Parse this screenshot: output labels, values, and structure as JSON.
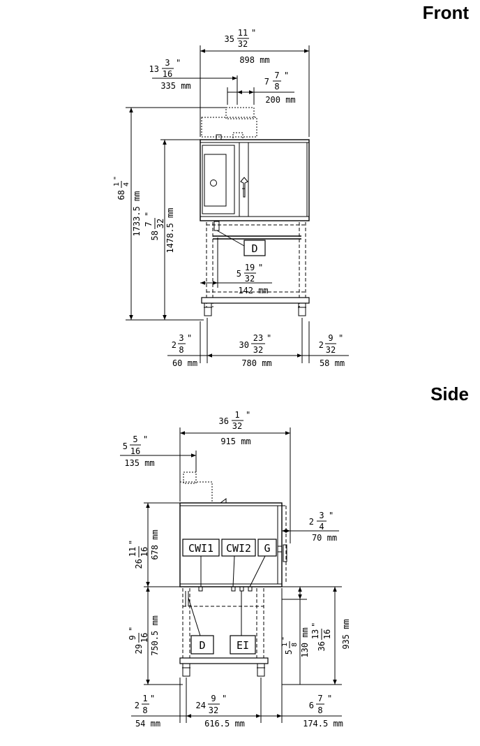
{
  "front": {
    "title": "Front",
    "labels": {
      "drain": "D"
    },
    "dims": {
      "width": {
        "in_whole": "35",
        "in_num": "11",
        "in_den": "32",
        "in_mark": "\"",
        "mm": "898 mm"
      },
      "flue_offset": {
        "in_whole": "13",
        "in_num": "3",
        "in_den": "16",
        "in_mark": "\"",
        "mm": "335 mm"
      },
      "flue_width": {
        "in_whole": "7",
        "in_num": "7",
        "in_den": "8",
        "in_mark": "\"",
        "mm": "200 mm"
      },
      "total_height": {
        "in_whole": "68",
        "in_num": "1",
        "in_den": "4",
        "in_mark": "\"",
        "mm": "1733.5 mm"
      },
      "body_height": {
        "in_whole": "58",
        "in_num": "7",
        "in_den": "32",
        "in_mark": "\"",
        "mm": "1478.5 mm"
      },
      "drain_offset": {
        "in_whole": "5",
        "in_num": "19",
        "in_den": "32",
        "in_mark": "\"",
        "mm": "142 mm"
      },
      "left_foot": {
        "in_whole": "2",
        "in_num": "3",
        "in_den": "8",
        "in_mark": "\"",
        "mm": "60 mm"
      },
      "leg_span": {
        "in_whole": "30",
        "in_num": "23",
        "in_den": "32",
        "in_mark": "\"",
        "mm": "780 mm"
      },
      "right_foot": {
        "in_whole": "2",
        "in_num": "9",
        "in_den": "32",
        "in_mark": "\"",
        "mm": "58 mm"
      }
    }
  },
  "side": {
    "title": "Side",
    "labels": {
      "cwi1": "CWI1",
      "cwi2": "CWI2",
      "gas": "G",
      "drain": "D",
      "electric": "EI"
    },
    "dims": {
      "depth": {
        "in_whole": "36",
        "in_num": "1",
        "in_den": "32",
        "in_mark": "\"",
        "mm": "915 mm"
      },
      "flue_offset": {
        "in_whole": "5",
        "in_num": "5",
        "in_den": "16",
        "in_mark": "\"",
        "mm": "135 mm"
      },
      "body_height": {
        "in_whole": "26",
        "in_num": "11",
        "in_den": "16",
        "in_mark": "\"",
        "mm": "678 mm"
      },
      "stand_height": {
        "in_whole": "29",
        "in_num": "9",
        "in_den": "16",
        "in_mark": "\"",
        "mm": "750.5 mm"
      },
      "handle": {
        "in_whole": "2",
        "in_num": "3",
        "in_den": "4",
        "in_mark": "\"",
        "mm": "70 mm"
      },
      "pipe_height": {
        "in_whole": "5",
        "in_num": "1",
        "in_den": "8",
        "in_mark": "\"",
        "mm": "130 mm"
      },
      "counter_height": {
        "in_whole": "36",
        "in_num": "13",
        "in_den": "16",
        "in_mark": "\"",
        "mm": "935 mm"
      },
      "left_foot": {
        "in_whole": "2",
        "in_num": "1",
        "in_den": "8",
        "in_mark": "\"",
        "mm": "54 mm"
      },
      "leg_span": {
        "in_whole": "24",
        "in_num": "9",
        "in_den": "32",
        "in_mark": "\"",
        "mm": "616.5 mm"
      },
      "rear_overhang": {
        "in_whole": "6",
        "in_num": "7",
        "in_den": "8",
        "in_mark": "\"",
        "mm": "174.5 mm"
      }
    }
  }
}
